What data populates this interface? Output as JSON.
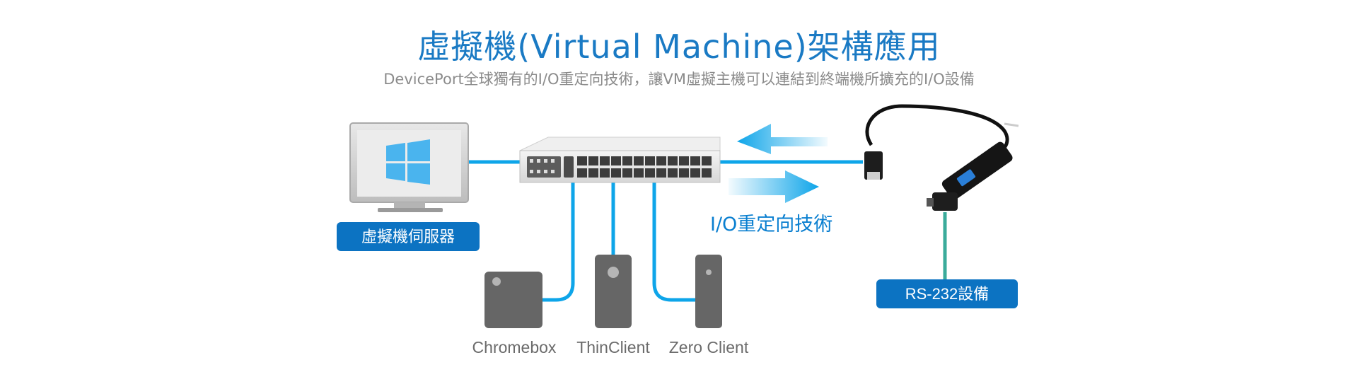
{
  "header": {
    "title": "虛擬機(Virtual Machine)架構應用",
    "subtitle": "DevicePort全球獨有的I/O重定向技術，讓VM虛擬主機可以連結到終端機所擴充的I/O設備"
  },
  "labels": {
    "vm_server": "虛擬機伺服器",
    "io_redirect": "I/O重定向技術",
    "rs232_device": "RS-232設備"
  },
  "clients": [
    "Chromebox",
    "ThinClient",
    "Zero Client"
  ],
  "colors": {
    "title": "#1a7ac4",
    "badge": "#0c73c2",
    "line": "#0ea5e9",
    "serial_line": "#3bab9b",
    "arrow": "#0ea5e9"
  },
  "icons": {
    "server": "monitor-windows-icon",
    "switch": "network-switch-icon",
    "adapter": "rs232-ethernet-adapter-icon"
  }
}
